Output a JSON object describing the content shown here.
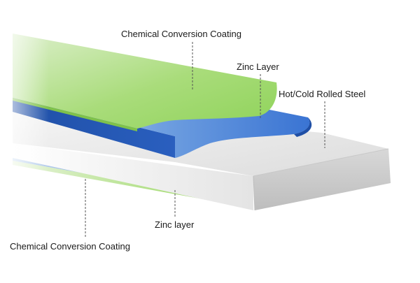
{
  "labels": {
    "top_coating": "Chemical Conversion Coating",
    "top_zinc": "Zinc Layer",
    "steel": "Hot/Cold Rolled Steel",
    "bottom_zinc": "Zinc layer",
    "bottom_coating": "Chemical Conversion Coating"
  },
  "colors": {
    "coating_green": "#8fd35a",
    "zinc_blue": "#2f66c8",
    "steel_grey": "#dcdcdc",
    "leader_line": "#555555"
  }
}
